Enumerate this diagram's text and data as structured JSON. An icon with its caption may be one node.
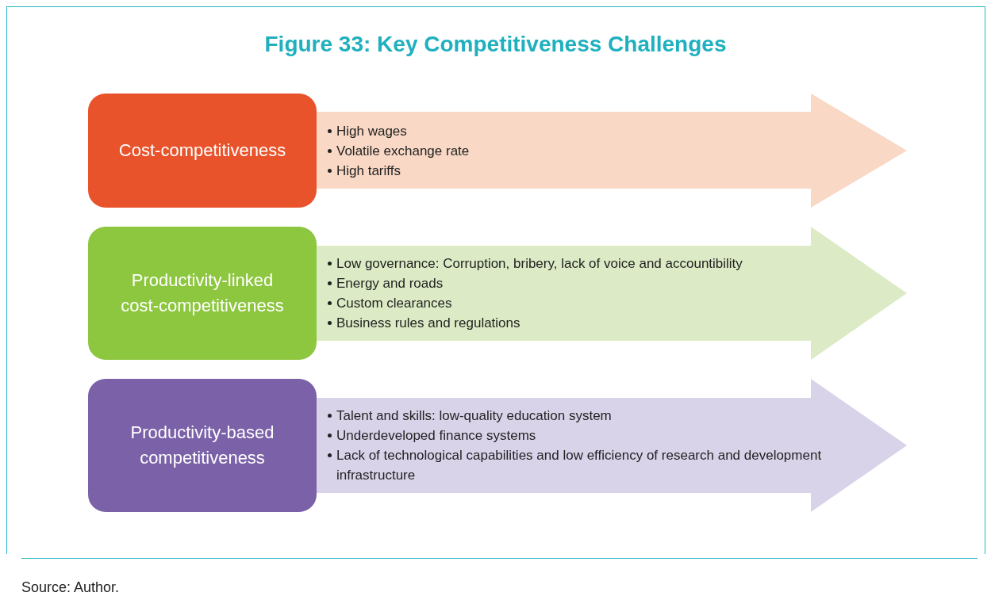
{
  "diagram": {
    "title": "Figure 33: Key Competitiveness Challenges",
    "caption": "Source: Author.",
    "nodes": [
      {
        "text": [
          "Cost-competitiveness"
        ]
      },
      {
        "text": [
          "High wages",
          "Volatile exchange rate",
          "High tariffs"
        ]
      },
      {
        "text": [
          "Productivity-linked cost-competitiveness"
        ]
      },
      {
        "text": [
          "Low governance: Corruption, bribery, lack of voice and accountibility",
          "Energy and roads",
          "Custom clearances",
          "Business rules and regulations"
        ]
      },
      {
        "text": [
          "Productivity-based competitiveness"
        ]
      },
      {
        "text": [
          "Talent and skills: low-quality education system",
          "Underdeveloped finance systems",
          "Lack of technological capabilities and low efficiency of research and development infrastructure"
        ]
      }
    ],
    "edges": []
  }
}
